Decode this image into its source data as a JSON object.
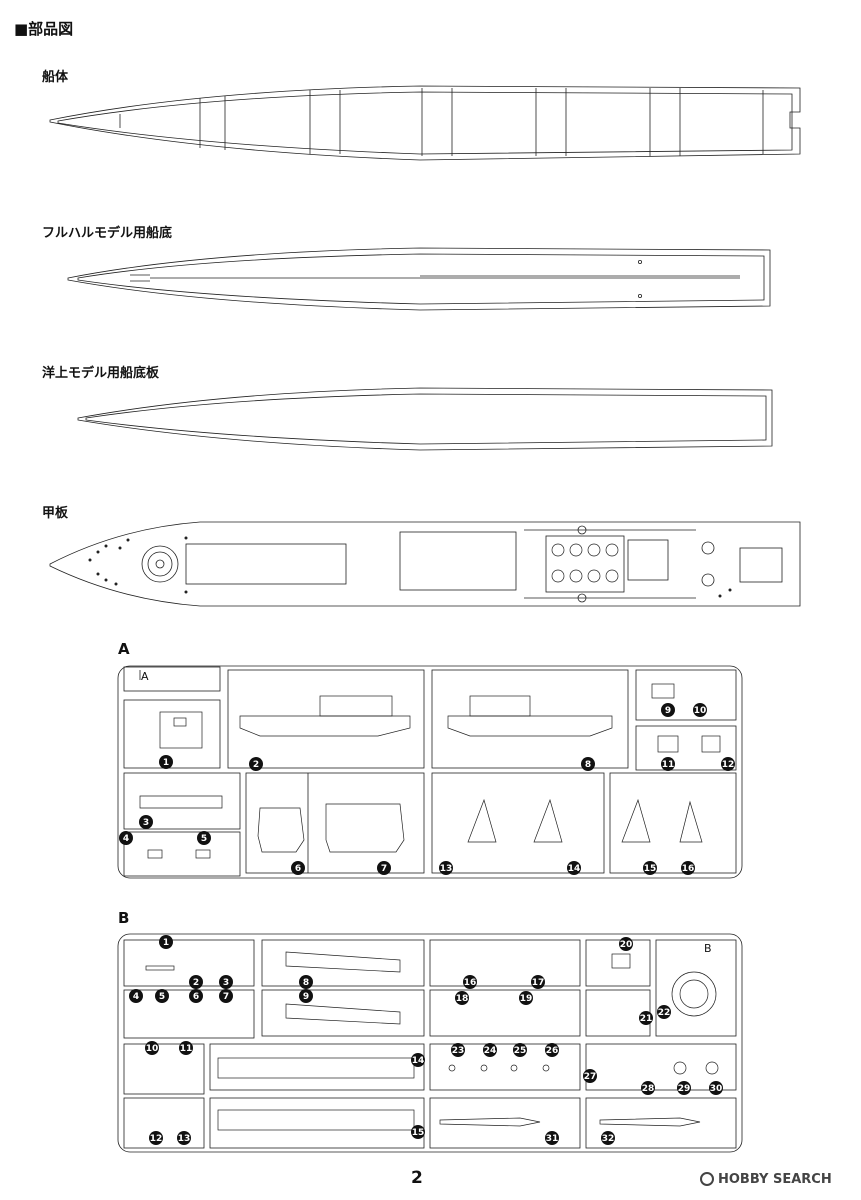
{
  "page_heading": "■部品図",
  "hull_sections": [
    {
      "label": "船体"
    },
    {
      "label": "フルハルモデル用船底"
    },
    {
      "label": "洋上モデル用船底板"
    },
    {
      "label": "甲板"
    }
  ],
  "sprues": [
    {
      "letter": "A",
      "frame_tag": "A",
      "parts": [
        "1",
        "2",
        "3",
        "4",
        "5",
        "6",
        "7",
        "8",
        "9",
        "10",
        "11",
        "12",
        "13",
        "14",
        "15",
        "16"
      ]
    },
    {
      "letter": "B",
      "frame_tag": "B",
      "parts": [
        "1",
        "2",
        "3",
        "4",
        "5",
        "6",
        "7",
        "8",
        "9",
        "10",
        "11",
        "12",
        "13",
        "14",
        "15",
        "16",
        "17",
        "18",
        "19",
        "20",
        "21",
        "22",
        "23",
        "24",
        "25",
        "26",
        "27",
        "28",
        "29",
        "30",
        "31",
        "32"
      ]
    }
  ],
  "page_number": "2",
  "watermark": "HOBBY SEARCH"
}
